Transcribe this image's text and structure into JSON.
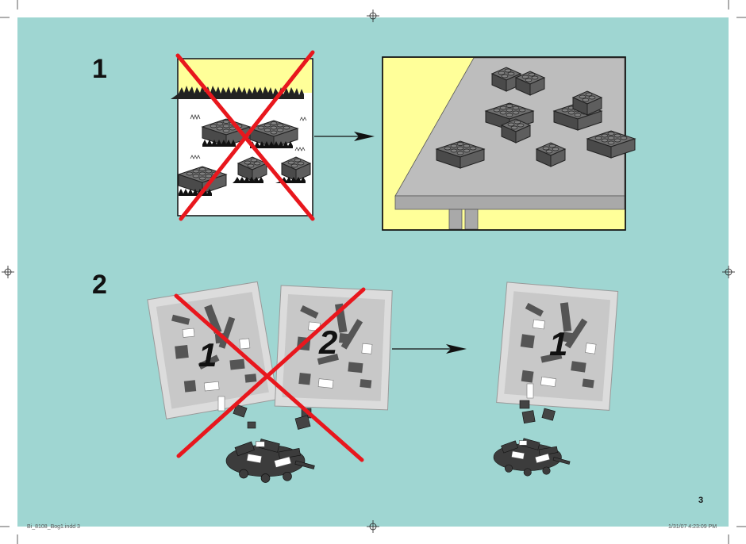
{
  "steps": [
    {
      "number": "1"
    },
    {
      "number": "2"
    }
  ],
  "bags": [
    {
      "number": "1"
    },
    {
      "number": "2"
    },
    {
      "number": "1"
    }
  ],
  "page_number": "3",
  "slug": {
    "left": "Bi_8108_Bog1.indd   3",
    "right": "1/31/07   4:23:09 PM"
  },
  "colors": {
    "background": "#9fd6d2",
    "cross": "#e8171d",
    "wall": "#ffff99",
    "table": "#bdbdbd",
    "brick": "#595959"
  }
}
